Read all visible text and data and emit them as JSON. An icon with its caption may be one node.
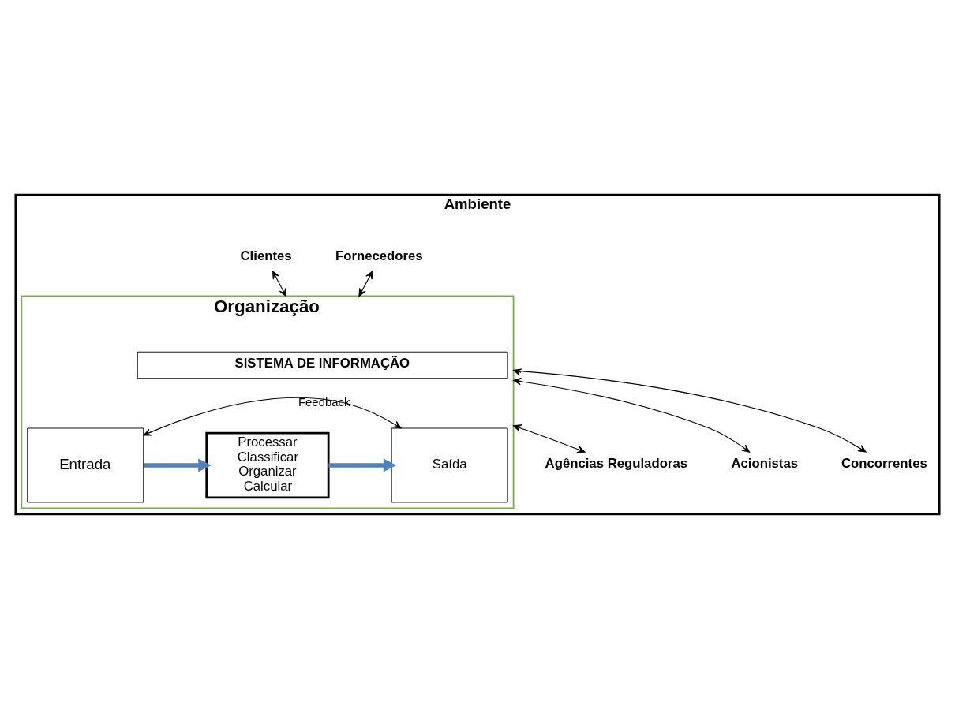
{
  "diagram": {
    "nodes": [
      {
        "text": [
          "Ambiente"
        ]
      },
      {
        "text": [
          "Fornecedores"
        ],
        "in": 0
      },
      {
        "text": [
          "Clientes"
        ],
        "in": 0
      },
      {
        "text": [
          "Organização"
        ],
        "in": 0
      },
      {
        "text": [
          "SISTEMA DE INFORMAÇÃO"
        ],
        "in": 3
      },
      {
        "text": [
          "Entrada"
        ],
        "in": 3
      },
      {
        "text": [
          "Processar",
          "Classificar",
          "Organizar",
          "Calcular"
        ],
        "in": 3
      },
      {
        "text": [
          "Saída"
        ],
        "in": 3
      },
      {
        "text": [
          "Agências Reguladoras"
        ],
        "in": 0
      },
      {
        "text": [
          "Acionistas"
        ],
        "in": 0
      },
      {
        "text": [
          "Concorrentes"
        ],
        "in": 0
      }
    ],
    "edges": [
      {
        "from": 1,
        "to": 3,
        "arrow": "both"
      },
      {
        "from": 2,
        "to": 3,
        "arrow": "both"
      },
      {
        "from": 5,
        "to": 6,
        "arrow": "to",
        "style": "thick",
        "color": "#4f81bd"
      },
      {
        "from": 6,
        "to": 7,
        "arrow": "to",
        "style": "thick",
        "color": "#4f81bd"
      },
      {
        "from": 7,
        "to": 5,
        "arrow": "both",
        "label": "Feedback"
      },
      {
        "from": 3,
        "to": 8,
        "arrow": "both"
      },
      {
        "from": 3,
        "to": 9,
        "arrow": "both"
      },
      {
        "from": 3,
        "to": 10,
        "arrow": "both"
      }
    ]
  }
}
